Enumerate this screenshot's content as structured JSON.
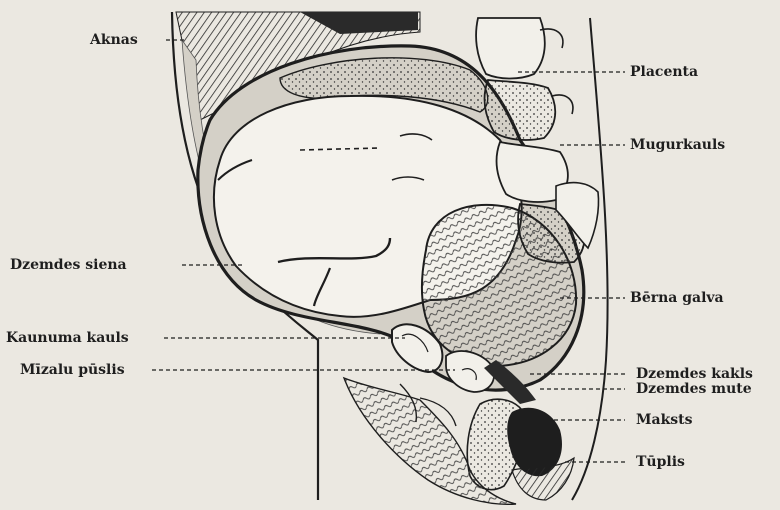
{
  "labels": {
    "aknas": "Aknas",
    "placenta": "Placenta",
    "mugurkauls": "Mugurkauls",
    "dzemdes_siena": "Dzemdes siena",
    "berna_galva": "Bērna galva",
    "kaunuma_kauls": "Kaunuma kauls",
    "mizalu_puslis": "Mīzalu pūslis",
    "dzemdes_kakls": "Dzemdes kakls",
    "dzemdes_mute": "Dzemdes mute",
    "maksts": "Maksts",
    "tuplis": "Tūplis"
  },
  "colors": {
    "paper": "#ebe8e1",
    "ink": "#1e1e1e",
    "tissue": "#d4d0c7",
    "bone": "#f2f0ea"
  }
}
